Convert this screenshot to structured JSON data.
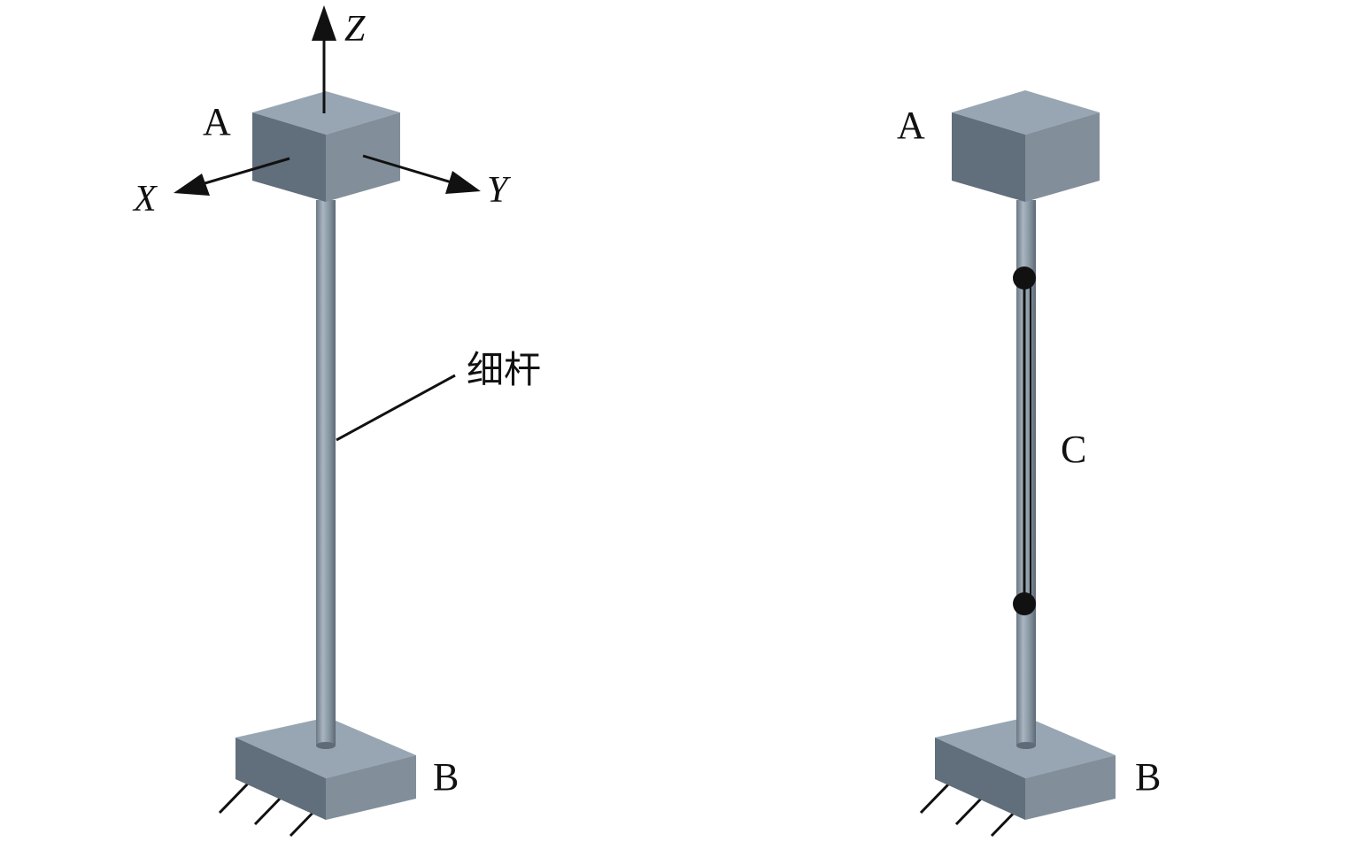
{
  "left_figure": {
    "axes": {
      "z": "Z",
      "x": "X",
      "y": "Y"
    },
    "top_block_label": "A",
    "bottom_block_label": "B",
    "rod_label": "细杆"
  },
  "right_figure": {
    "top_block_label": "A",
    "bottom_block_label": "B",
    "segment_label": "C"
  },
  "colors": {
    "block_top": "#97a6b2",
    "block_left": "#616e7b",
    "block_right": "#828f9b",
    "rod_light": "#a5b2bd",
    "rod_dark": "#5f6c78",
    "ink": "#111111"
  }
}
